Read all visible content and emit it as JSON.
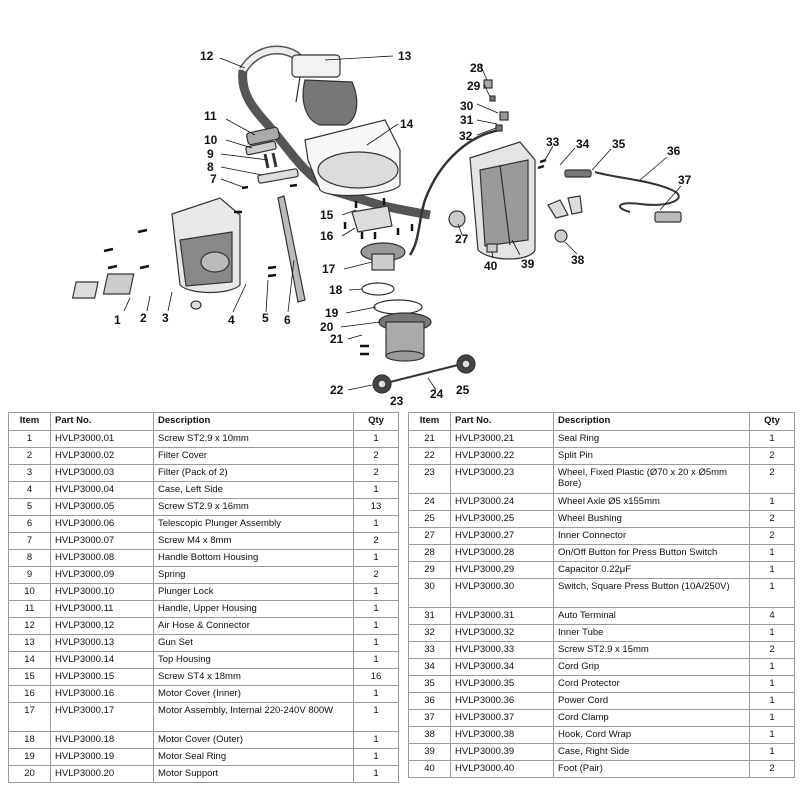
{
  "headers": {
    "item": "Item",
    "part_no": "Part No.",
    "description": "Description",
    "qty": "Qty"
  },
  "callouts": [
    "1",
    "2",
    "3",
    "4",
    "5",
    "6",
    "7",
    "8",
    "9",
    "10",
    "11",
    "12",
    "13",
    "14",
    "15",
    "16",
    "17",
    "18",
    "19",
    "20",
    "21",
    "22",
    "23",
    "24",
    "25",
    "27",
    "28",
    "29",
    "30",
    "31",
    "32",
    "33",
    "34",
    "35",
    "36",
    "37",
    "38",
    "39",
    "40"
  ],
  "left_rows": [
    {
      "item": "1",
      "part": "HVLP3000.01",
      "desc": "Screw ST2.9 x 10mm",
      "qty": "1"
    },
    {
      "item": "2",
      "part": "HVLP3000.02",
      "desc": "Filter Cover",
      "qty": "2"
    },
    {
      "item": "3",
      "part": "HVLP3000.03",
      "desc": "Filter (Pack of 2)",
      "qty": "2"
    },
    {
      "item": "4",
      "part": "HVLP3000.04",
      "desc": "Case, Left Side",
      "qty": "1"
    },
    {
      "item": "5",
      "part": "HVLP3000.05",
      "desc": "Screw ST2.9 x 16mm",
      "qty": "13"
    },
    {
      "item": "6",
      "part": "HVLP3000.06",
      "desc": "Telescopic Plunger Assembly",
      "qty": "1"
    },
    {
      "item": "7",
      "part": "HVLP3000.07",
      "desc": "Screw M4 x 8mm",
      "qty": "2"
    },
    {
      "item": "8",
      "part": "HVLP3000.08",
      "desc": "Handle Bottom Housing",
      "qty": "1"
    },
    {
      "item": "9",
      "part": "HVLP3000.09",
      "desc": "Spring",
      "qty": "2"
    },
    {
      "item": "10",
      "part": "HVLP3000.10",
      "desc": "Plunger Lock",
      "qty": "1"
    },
    {
      "item": "11",
      "part": "HVLP3000.11",
      "desc": "Handle, Upper Housing",
      "qty": "1"
    },
    {
      "item": "12",
      "part": "HVLP3000.12",
      "desc": "Air Hose & Connector",
      "qty": "1"
    },
    {
      "item": "13",
      "part": "HVLP3000.13",
      "desc": "Gun Set",
      "qty": "1"
    },
    {
      "item": "14",
      "part": "HVLP3000.14",
      "desc": "Top Housing",
      "qty": "1"
    },
    {
      "item": "15",
      "part": "HVLP3000.15",
      "desc": "Screw ST4 x 18mm",
      "qty": "16"
    },
    {
      "item": "16",
      "part": "HVLP3000.16",
      "desc": "Motor Cover (Inner)",
      "qty": "1"
    },
    {
      "item": "17",
      "part": "HVLP3000.17",
      "desc": "Motor Assembly, Internal 220-240V 800W",
      "qty": "1",
      "tall": true
    },
    {
      "item": "18",
      "part": "HVLP3000.18",
      "desc": "Motor Cover (Outer)",
      "qty": "1"
    },
    {
      "item": "19",
      "part": "HVLP3000.19",
      "desc": "Motor Seal Ring",
      "qty": "1"
    },
    {
      "item": "20",
      "part": "HVLP3000.20",
      "desc": "Motor Support",
      "qty": "1"
    }
  ],
  "right_rows": [
    {
      "item": "21",
      "part": "HVLP3000.21",
      "desc": "Seal Ring",
      "qty": "1"
    },
    {
      "item": "22",
      "part": "HVLP3000.22",
      "desc": "Split Pin",
      "qty": "2"
    },
    {
      "item": "23",
      "part": "HVLP3000.23",
      "desc": "Wheel, Fixed Plastic (Ø70 x 20 x Ø5mm Bore)",
      "qty": "2",
      "tall": true
    },
    {
      "item": "24",
      "part": "HVLP3000.24",
      "desc": "Wheel Axle Ø5 x155mm",
      "qty": "1"
    },
    {
      "item": "25",
      "part": "HVLP3000.25",
      "desc": "Wheel Bushing",
      "qty": "2"
    },
    {
      "item": "27",
      "part": "HVLP3000.27",
      "desc": "Inner Connector",
      "qty": "2"
    },
    {
      "item": "28",
      "part": "HVLP3000.28",
      "desc": "On/Off Button for Press Button Switch",
      "qty": "1"
    },
    {
      "item": "29",
      "part": "HVLP3000.29",
      "desc": "Capacitor 0.22μF",
      "qty": "1"
    },
    {
      "item": "30",
      "part": "HVLP3000.30",
      "desc": "Switch, Square Press Button (10A/250V)",
      "qty": "1",
      "tall": true
    },
    {
      "item": "31",
      "part": "HVLP3000.31",
      "desc": "Auto Terminal",
      "qty": "4"
    },
    {
      "item": "32",
      "part": "HVLP3000.32",
      "desc": "Inner Tube",
      "qty": "1"
    },
    {
      "item": "33",
      "part": "HVLP3000.33",
      "desc": "Screw ST2.9 x 15mm",
      "qty": "2"
    },
    {
      "item": "34",
      "part": "HVLP3000.34",
      "desc": "Cord Grip",
      "qty": "1"
    },
    {
      "item": "35",
      "part": "HVLP3000.35",
      "desc": "Cord Protector",
      "qty": "1"
    },
    {
      "item": "36",
      "part": "HVLP3000.36",
      "desc": "Power Cord",
      "qty": "1"
    },
    {
      "item": "37",
      "part": "HVLP3000.37",
      "desc": "Cord Clamp",
      "qty": "1"
    },
    {
      "item": "38",
      "part": "HVLP3000.38",
      "desc": "Hook, Cord Wrap",
      "qty": "1"
    },
    {
      "item": "39",
      "part": "HVLP3000.39",
      "desc": "Case, Right Side",
      "qty": "1"
    },
    {
      "item": "40",
      "part": "HVLP3000.40",
      "desc": "Foot (Pair)",
      "qty": "2"
    }
  ]
}
